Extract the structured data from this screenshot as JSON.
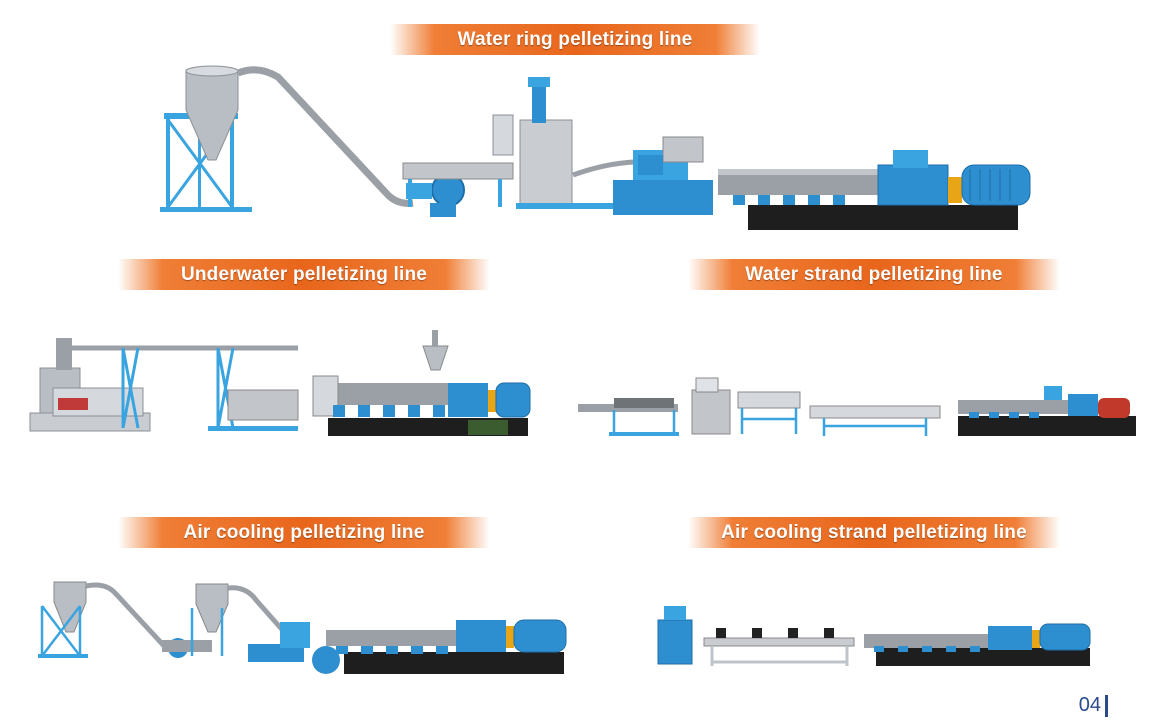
{
  "page": {
    "lines": [
      {
        "title": "Water ring pelletizing line"
      },
      {
        "title": "Underwater pelletizing line"
      },
      {
        "title": "Water strand pelletizing line"
      },
      {
        "title": "Air cooling pelletizing line"
      },
      {
        "title": "Air cooling strand pelletizing line"
      }
    ],
    "page_number": "04"
  },
  "colors": {
    "banner": "#e8661c",
    "machine_blue": "#2e8fd0",
    "frame_blue": "#3aa4e0",
    "base_black": "#1e1e1e",
    "steel": "#b9bec4",
    "page_number": "#2a4a8a"
  }
}
